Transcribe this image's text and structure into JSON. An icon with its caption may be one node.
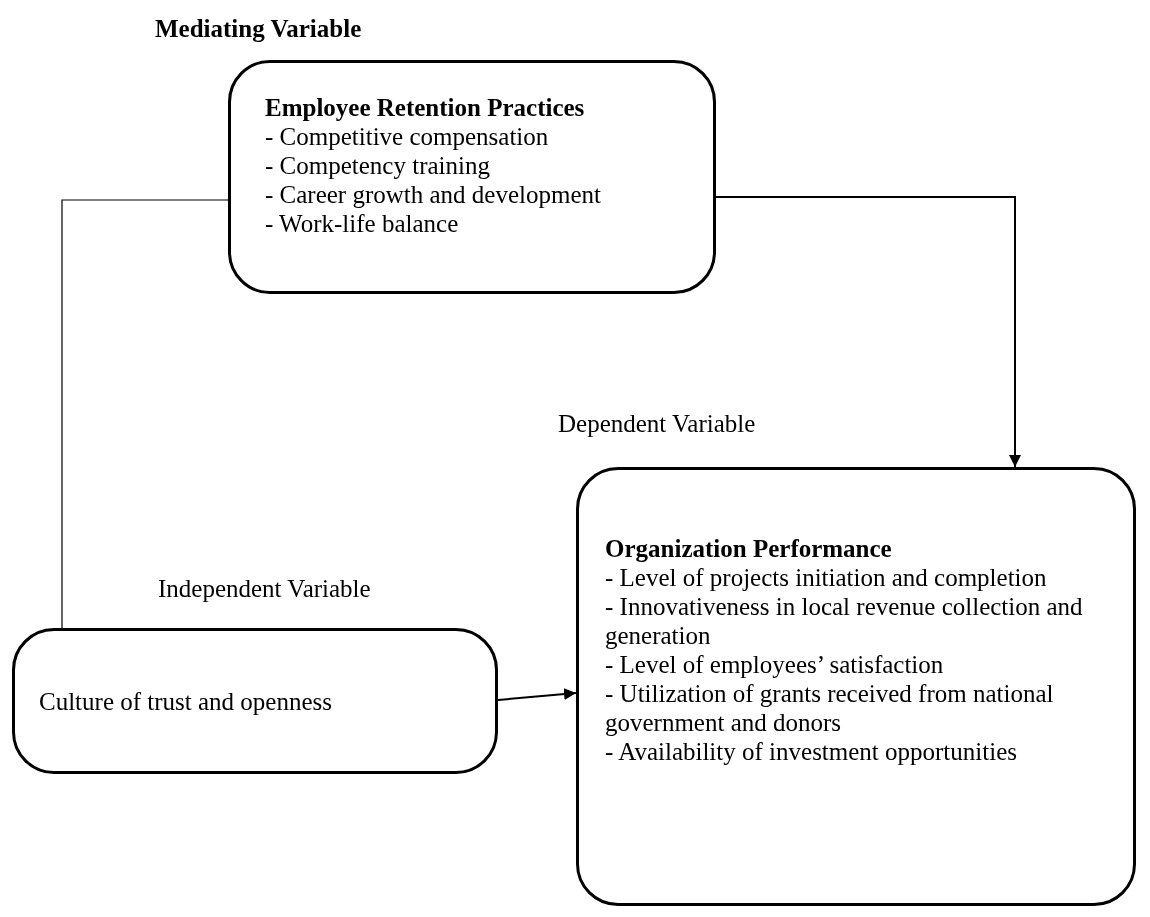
{
  "diagram": {
    "nodes": [
      {
        "text": [
          "Employee Retention Practices",
          "- Competitive compensation",
          "- Competency training",
          "- Career growth and development",
          "- Work-life balance"
        ],
        "beside": [
          "Mediating Variable"
        ]
      },
      {
        "text": [
          "Culture of trust and openness"
        ],
        "beside": [
          "Independent Variable"
        ]
      },
      {
        "text": [
          "Organization Performance",
          "- Level of projects initiation and completion",
          "- Innovativeness in local revenue collection and generation",
          "- Level of employees’ satisfaction",
          "- Utilization of grants received from national government and donors",
          "- Availability of investment opportunities"
        ],
        "beside": [
          "Dependent Variable"
        ]
      }
    ],
    "edges": [
      {
        "from": 0,
        "to": 2,
        "arrow": "to"
      },
      {
        "from": 1,
        "to": 2,
        "arrow": "to"
      },
      {
        "from": 0,
        "to": 1,
        "arrow": "none"
      }
    ]
  }
}
